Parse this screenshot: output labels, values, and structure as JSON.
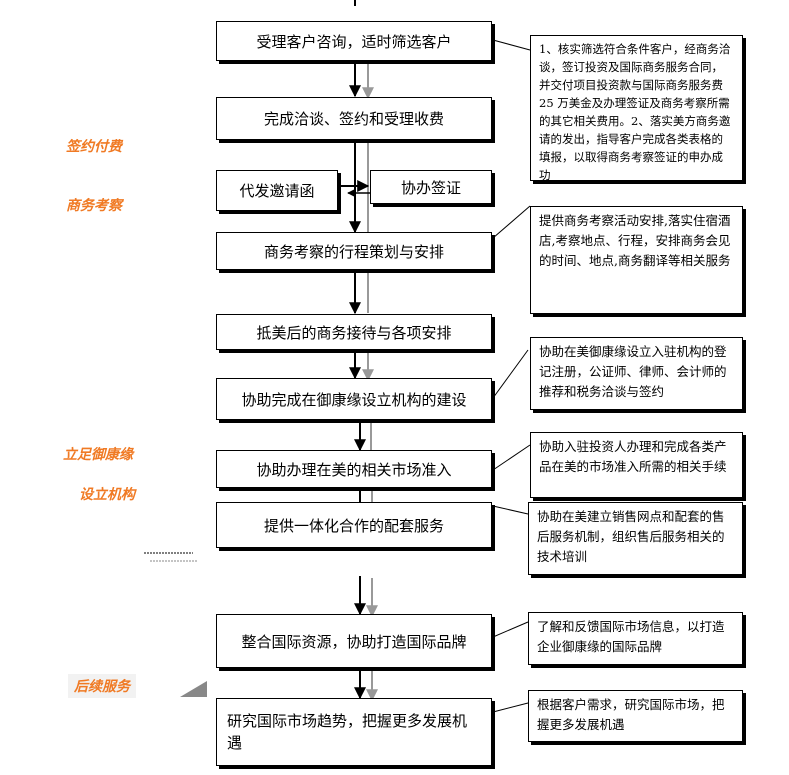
{
  "steps": [
    {
      "label": "受理客户咨询，适时筛选客户"
    },
    {
      "label": "完成洽谈、签约和受理收费"
    },
    {
      "label": "代发邀请函"
    },
    {
      "label": "协办签证"
    },
    {
      "label": "商务考察的行程策划与安排"
    },
    {
      "label": "抵美后的商务接待与各项安排"
    },
    {
      "label": "协助完成在御康缘设立机构的建设"
    },
    {
      "label": "协助办理在美的相关市场准入"
    },
    {
      "label": "提供一体化合作的配套服务"
    },
    {
      "label": "整合国际资源，协助打造国际品牌"
    },
    {
      "label": "研究国际市场趋势，把握更多发展机遇"
    }
  ],
  "notes": [
    {
      "text": "1、核实筛选符合条件客户，经商务洽谈，签订投资及国际商务服务合同，并交付项目投资款与国际商务服务费 25 万美金及办理签证及商务考察所需的其它相关费用。2、落实美方商务邀请的发出，指导客户完成各类表格的填报，以取得商务考察签证的申办成功"
    },
    {
      "text": "提供商务考察活动安排,落实住宿酒店,考察地点、行程，安排商务会见的时间、地点,商务翻译等相关服务"
    },
    {
      "text": "协助在美御康缘设立入驻机构的登记注册，公证师、律师、会计师的推荐和税务洽谈与签约"
    },
    {
      "text": "协助入驻投资人办理和完成各类产品在美的市场准入所需的相关手续"
    },
    {
      "text": "协助在美建立销售网点和配套的售后服务机制，组织售后服务相关的技术培训"
    },
    {
      "text": "了解和反馈国际市场信息，以打造企业御康缘的国际品牌"
    },
    {
      "text": "根据客户需求，研究国际市场，把握更多发展机遇"
    }
  ],
  "sections": [
    {
      "label": "签约付费"
    },
    {
      "label": "商务考察"
    },
    {
      "label": "立足御康缘"
    },
    {
      "label": "设立机构"
    },
    {
      "label": "后续服务"
    }
  ],
  "colors": {
    "accent": "#f07a24",
    "line": "#000000",
    "shadow_arrow": "#999999"
  }
}
